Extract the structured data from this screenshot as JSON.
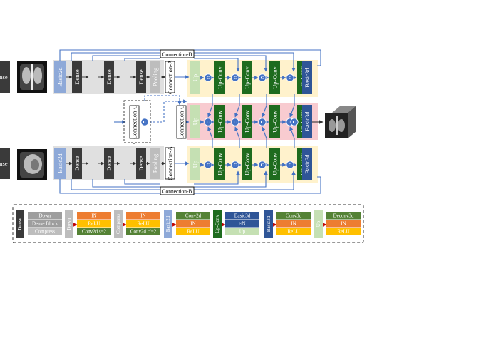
{
  "labels": {
    "basic2d": "Basic2d",
    "dense": "Dense",
    "pooling": "Pooling",
    "connection_a": "Connection-A",
    "connection_b": "Connection-B",
    "connection_c": "Connection-C",
    "up": "Up",
    "up_conv": "Up-Conv",
    "basic3d": "Basic3d",
    "concat": "C"
  },
  "legend": {
    "dense_tag": "Dense",
    "dense_rows": [
      "Down",
      "Dense Block",
      "Compress"
    ],
    "down_tag": "Down",
    "down_rows": [
      "IN",
      "ReLU",
      "Conv2d s=2"
    ],
    "compress_tag": "Compress",
    "compress_rows": [
      "IN",
      "ReLU",
      "Conv2d c/=2"
    ],
    "basic2d_tag": "Basic2d",
    "basic2d_rows": [
      "Conv2d",
      "IN",
      "ReLU"
    ],
    "upconv_tag": "Up-Conv",
    "upconv_rows": [
      "Basic3d",
      "×N",
      "Up"
    ],
    "basic3d_tag": "Basic3d",
    "basic3d_rows": [
      "Conv3d",
      "IN",
      "ReLU"
    ],
    "up_tag": "Up",
    "up_rows": [
      "Deconv3d",
      "IN",
      "ReLU"
    ]
  },
  "colors": {
    "basic2d": "#8ea9d8",
    "dense": "#3a3a3a",
    "pooling": "#bdbdbd",
    "up": "#c5e0b3",
    "upconv": "#1e6b1e",
    "basic3d": "#2f5597",
    "in": "#ed7d31",
    "relu": "#ffc000",
    "conv": "#548235",
    "arrow": "#4472c4",
    "band_yellow": "#fff2cc",
    "band_pink": "#f8cbd0"
  }
}
